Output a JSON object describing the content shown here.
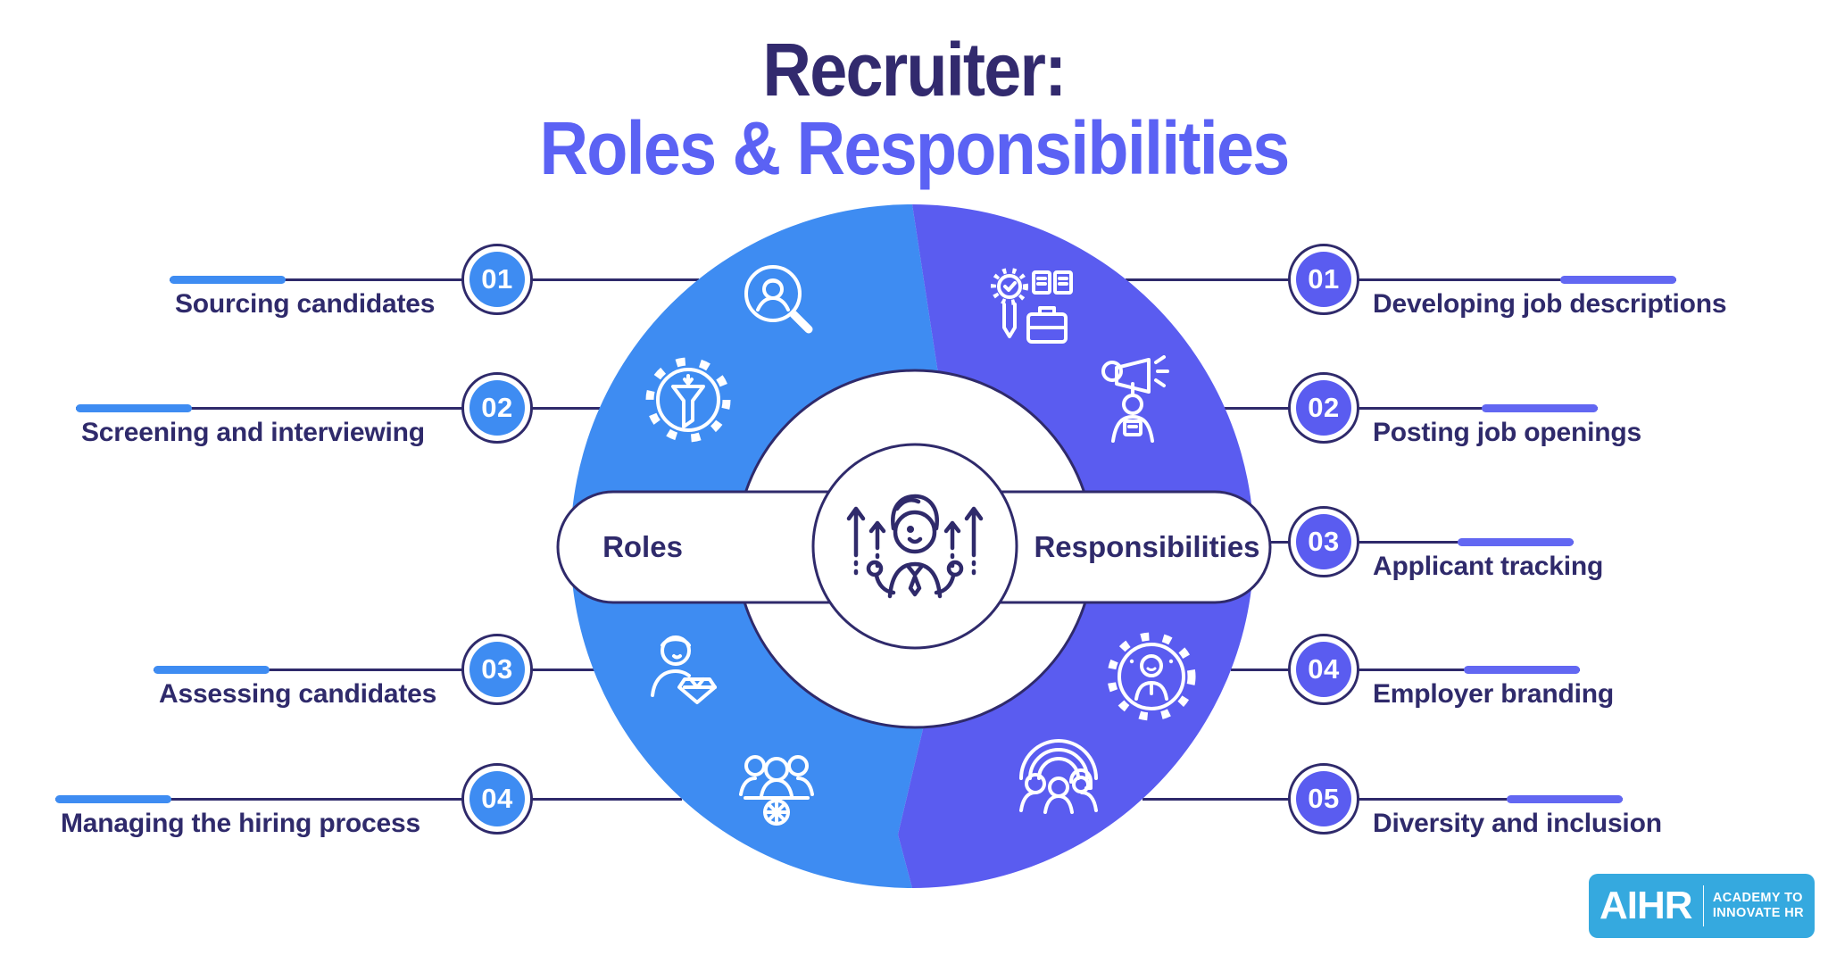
{
  "title": {
    "line1": "Recruiter:",
    "line2": "Roles & Responsibilities"
  },
  "wheel": {
    "left_label": "Roles",
    "right_label": "Responsibilities",
    "center_icon": "person-growth-arrows-icon"
  },
  "left_items": [
    {
      "num": "01",
      "label": "Sourcing candidates",
      "icon": "person-search-icon"
    },
    {
      "num": "02",
      "label": "Screening and interviewing",
      "icon": "funnel-gear-icon"
    },
    {
      "num": "03",
      "label": "Assessing candidates",
      "icon": "person-diamond-icon"
    },
    {
      "num": "04",
      "label": "Managing the hiring process",
      "icon": "team-gear-icon"
    }
  ],
  "right_items": [
    {
      "num": "01",
      "label": "Developing job descriptions",
      "icon": "badge-briefcase-icon"
    },
    {
      "num": "02",
      "label": "Posting job openings",
      "icon": "megaphone-person-icon"
    },
    {
      "num": "03",
      "label": "Applicant tracking",
      "icon": ""
    },
    {
      "num": "04",
      "label": "Employer branding",
      "icon": "person-gear-icon"
    },
    {
      "num": "05",
      "label": "Diversity and inclusion",
      "icon": "diversity-group-icon"
    }
  ],
  "logo": {
    "brand": "AIHR",
    "tagline_line1": "ACADEMY TO",
    "tagline_line2": "INNOVATE HR"
  },
  "colors": {
    "navy": "#2f2a6b",
    "title_navy": "#322a6e",
    "title_blue": "#5b62f4",
    "wheel_blue": "#3e8cf2",
    "wheel_purple": "#5a5cf0",
    "accent_purple": "#6267f2",
    "logo_blue": "#35a9df"
  }
}
